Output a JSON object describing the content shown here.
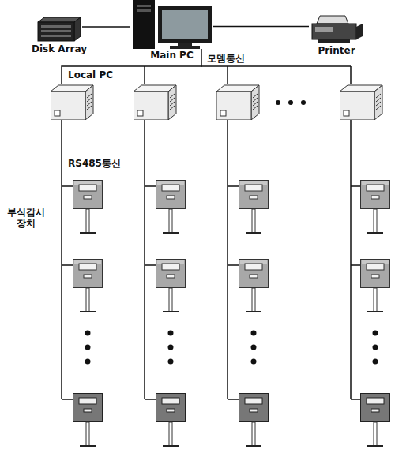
{
  "diagram": {
    "nodes": [
      {
        "text": [
          "Disk Array"
        ]
      },
      {
        "text": [
          "Main PC"
        ]
      },
      {
        "text": [
          "Printer"
        ]
      },
      {
        "text": [
          "Local PC"
        ]
      }
    ],
    "edges": [
      {
        "from": 0,
        "to": 1,
        "arrow": "none"
      },
      {
        "from": 1,
        "to": 2,
        "arrow": "none"
      },
      {
        "from": 1,
        "to": 3,
        "arrow": "none"
      }
    ],
    "labels": [
      "모뎀통신",
      "RS485통신",
      "부식감시 장치"
    ]
  }
}
